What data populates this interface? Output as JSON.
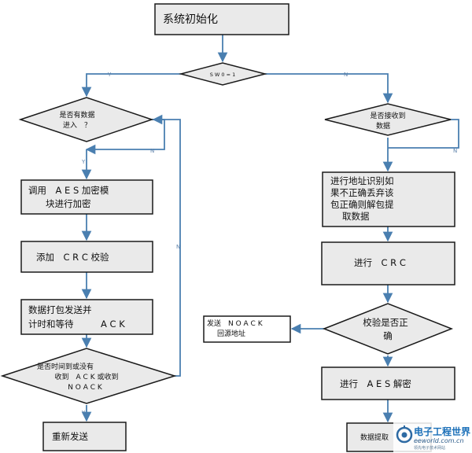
{
  "nodes": {
    "start": "系统初始化",
    "sw_decision": "S W 0 = 1",
    "has_data": [
      "是否有数据",
      "进入　？"
    ],
    "aes_encrypt": [
      "调用　A E S 加密模",
      "块进行加密"
    ],
    "add_crc": "添加　C R C 校验",
    "pack_send": [
      "数据打包发送并",
      "计时和等待　　　A C K"
    ],
    "timeout_check": [
      "是否时间到或没有",
      "收到　A C K 或收到",
      "N O A C K"
    ],
    "resend": "重新发送",
    "received": [
      "是否接收到",
      "数据"
    ],
    "addr_check": [
      "进行地址识别如",
      "果不正确丢弃该",
      "包正确则解包提",
      "取数据"
    ],
    "do_crc": "进行　C R C",
    "crc_ok": [
      "校验是否正",
      "确"
    ],
    "send_noack": [
      "发送　N O A C K",
      "回源地址"
    ],
    "aes_decrypt": "进行　A E S 解密",
    "extract": "数据提取"
  },
  "edge_labels": {
    "yes": "Y",
    "no": "N"
  },
  "watermark": {
    "brand": "电子工程世界",
    "url": "eeworld.com.cn",
    "tagline": "领先电子技术网站"
  },
  "colors": {
    "arrow": "#4a7fb0",
    "box_fill": "#eaeaea",
    "box_stroke": "#1a1a1a"
  }
}
